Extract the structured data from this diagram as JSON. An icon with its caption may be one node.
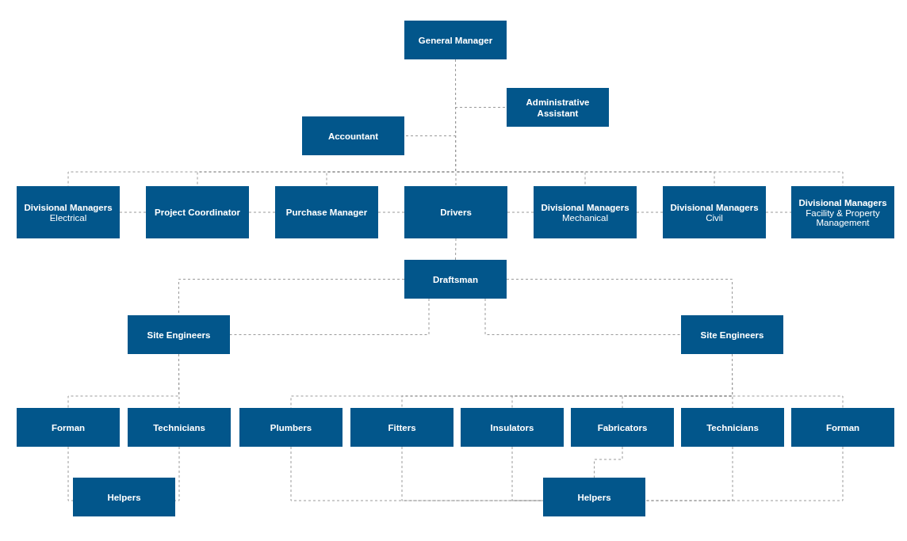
{
  "diagram": {
    "nodes": [
      {
        "text": [
          "General Manager"
        ]
      },
      {
        "text": [
          "Administrative Assistant"
        ]
      },
      {
        "text": [
          "Accountant"
        ]
      },
      {
        "text": [
          "Divisional Managers",
          "Electrical"
        ]
      },
      {
        "text": [
          "Project Coordinator"
        ]
      },
      {
        "text": [
          "Purchase Manager"
        ]
      },
      {
        "text": [
          "Drivers"
        ]
      },
      {
        "text": [
          "Divisional Managers",
          "Mechanical"
        ]
      },
      {
        "text": [
          "Divisional Managers",
          "Civil"
        ]
      },
      {
        "text": [
          "Divisional Managers",
          "Facility & Property Management"
        ]
      },
      {
        "text": [
          "Draftsman"
        ]
      },
      {
        "text": [
          "Site Engineers"
        ]
      },
      {
        "text": [
          "Site Engineers"
        ]
      },
      {
        "text": [
          "Forman"
        ]
      },
      {
        "text": [
          "Technicians"
        ]
      },
      {
        "text": [
          "Plumbers"
        ]
      },
      {
        "text": [
          "Fitters"
        ]
      },
      {
        "text": [
          "Insulators"
        ]
      },
      {
        "text": [
          "Fabricators"
        ]
      },
      {
        "text": [
          "Technicians"
        ]
      },
      {
        "text": [
          "Forman"
        ]
      },
      {
        "text": [
          "Helpers"
        ]
      },
      {
        "text": [
          "Helpers"
        ]
      }
    ],
    "edges": [
      {
        "from": 0,
        "to": 1,
        "arrow": "none",
        "style": "dashed"
      },
      {
        "from": 0,
        "to": 2,
        "arrow": "none",
        "style": "dashed"
      },
      {
        "from": 0,
        "to": 3,
        "arrow": "none",
        "style": "dashed"
      },
      {
        "from": 0,
        "to": 4,
        "arrow": "none",
        "style": "dashed"
      },
      {
        "from": 0,
        "to": 5,
        "arrow": "none",
        "style": "dashed"
      },
      {
        "from": 0,
        "to": 6,
        "arrow": "none",
        "style": "dashed"
      },
      {
        "from": 0,
        "to": 7,
        "arrow": "none",
        "style": "dashed"
      },
      {
        "from": 0,
        "to": 8,
        "arrow": "none",
        "style": "dashed"
      },
      {
        "from": 0,
        "to": 9,
        "arrow": "none",
        "style": "dashed"
      },
      {
        "from": 3,
        "to": 4,
        "arrow": "none",
        "style": "dashed"
      },
      {
        "from": 4,
        "to": 5,
        "arrow": "none",
        "style": "dashed"
      },
      {
        "from": 5,
        "to": 6,
        "arrow": "none",
        "style": "dashed"
      },
      {
        "from": 6,
        "to": 7,
        "arrow": "none",
        "style": "dashed"
      },
      {
        "from": 7,
        "to": 8,
        "arrow": "none",
        "style": "dashed"
      },
      {
        "from": 8,
        "to": 9,
        "arrow": "none",
        "style": "dashed"
      },
      {
        "from": 6,
        "to": 10,
        "arrow": "none",
        "style": "dashed"
      },
      {
        "from": 10,
        "to": 11,
        "arrow": "none",
        "style": "dashed"
      },
      {
        "from": 10,
        "to": 11,
        "arrow": "none",
        "style": "dashed"
      },
      {
        "from": 10,
        "to": 12,
        "arrow": "none",
        "style": "dashed"
      },
      {
        "from": 10,
        "to": 12,
        "arrow": "none",
        "style": "dashed"
      },
      {
        "from": 11,
        "to": 13,
        "arrow": "none",
        "style": "dashed"
      },
      {
        "from": 11,
        "to": 14,
        "arrow": "none",
        "style": "dashed"
      },
      {
        "from": 12,
        "to": 15,
        "arrow": "none",
        "style": "dashed"
      },
      {
        "from": 12,
        "to": 16,
        "arrow": "none",
        "style": "dashed"
      },
      {
        "from": 12,
        "to": 17,
        "arrow": "none",
        "style": "dashed"
      },
      {
        "from": 12,
        "to": 18,
        "arrow": "none",
        "style": "dashed"
      },
      {
        "from": 12,
        "to": 19,
        "arrow": "none",
        "style": "dashed"
      },
      {
        "from": 12,
        "to": 20,
        "arrow": "none",
        "style": "dashed"
      },
      {
        "from": 13,
        "to": 21,
        "arrow": "none",
        "style": "dashed"
      },
      {
        "from": 14,
        "to": 21,
        "arrow": "none",
        "style": "dashed"
      },
      {
        "from": 15,
        "to": 22,
        "arrow": "none",
        "style": "dashed"
      },
      {
        "from": 16,
        "to": 22,
        "arrow": "none",
        "style": "dashed"
      },
      {
        "from": 17,
        "to": 22,
        "arrow": "none",
        "style": "dashed"
      },
      {
        "from": 18,
        "to": 22,
        "arrow": "none",
        "style": "dashed"
      },
      {
        "from": 19,
        "to": 22,
        "arrow": "none",
        "style": "dashed"
      },
      {
        "from": 20,
        "to": 22,
        "arrow": "none",
        "style": "dashed"
      }
    ]
  }
}
